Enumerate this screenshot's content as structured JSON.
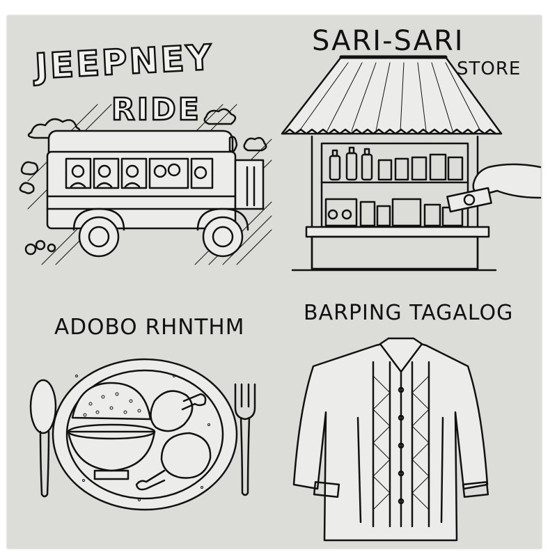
{
  "panels": {
    "jeepney": {
      "title_line1": "JEEPNEY",
      "title_line2": "RIDE"
    },
    "sari_sari": {
      "title_line1": "SARI-SARI",
      "title_line2": "STORE"
    },
    "adobo": {
      "title": "ADOBO RHNTHM"
    },
    "barong": {
      "title": "BARPING TAGALOG"
    }
  }
}
